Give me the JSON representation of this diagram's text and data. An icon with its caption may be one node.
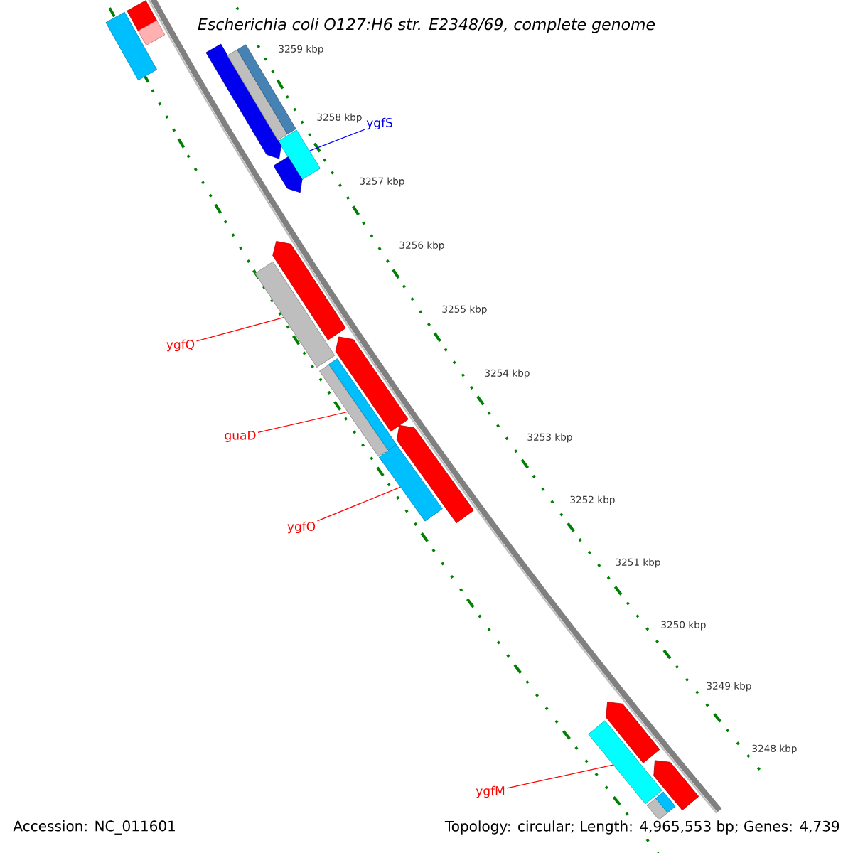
{
  "diagram": {
    "title": "Escherichia coli O127:H6 str. E2348/69, complete genome",
    "nodes": [
      {
        "text": [
          "ygfS"
        ]
      },
      {
        "text": [],
        "shape": "bar"
      },
      {
        "text": [
          "ygfQ"
        ]
      },
      {
        "text": [],
        "shape": "bar"
      },
      {
        "text": [
          "guaD"
        ]
      },
      {
        "text": [],
        "shape": "bar"
      },
      {
        "text": [
          "ygfO"
        ]
      },
      {
        "text": [],
        "shape": "bar"
      },
      {
        "text": [
          "ygfM"
        ]
      },
      {
        "text": [],
        "shape": "bar"
      },
      {
        "text": [],
        "shape": "bar"
      },
      {
        "text": [],
        "shape": "bar"
      },
      {
        "text": [],
        "shape": "arrow"
      },
      {
        "text": [],
        "shape": "bar"
      },
      {
        "text": [],
        "shape": "arrow"
      },
      {
        "text": [],
        "shape": "arrow"
      },
      {
        "text": [],
        "shape": "arrow"
      },
      {
        "text": [],
        "shape": "arrow"
      },
      {
        "text": [],
        "shape": "arrow"
      },
      {
        "text": [],
        "shape": "bar"
      },
      {
        "text": [],
        "shape": "arrow"
      },
      {
        "text": [],
        "shape": "bar"
      }
    ],
    "edges": [
      {
        "from": 0,
        "to": 1,
        "arrow": "none",
        "color": "#0000ff"
      },
      {
        "from": 2,
        "to": 3,
        "arrow": "none"
      },
      {
        "from": 4,
        "to": 5,
        "arrow": "none"
      },
      {
        "from": 6,
        "to": 7,
        "arrow": "none"
      },
      {
        "from": 8,
        "to": 9,
        "arrow": "none"
      }
    ],
    "labels": [
      "3259 kbp",
      "3258 kbp",
      "3257 kbp",
      "3256 kbp",
      "3255 kbp",
      "3254 kbp",
      "3253 kbp",
      "3252 kbp",
      "3251 kbp",
      "3250 kbp",
      "3249 kbp",
      "3248 kbp",
      "Accession: NC_011601",
      "Topology: circular; Length: 4,965,553 bp; Genes: 4,739"
    ]
  }
}
